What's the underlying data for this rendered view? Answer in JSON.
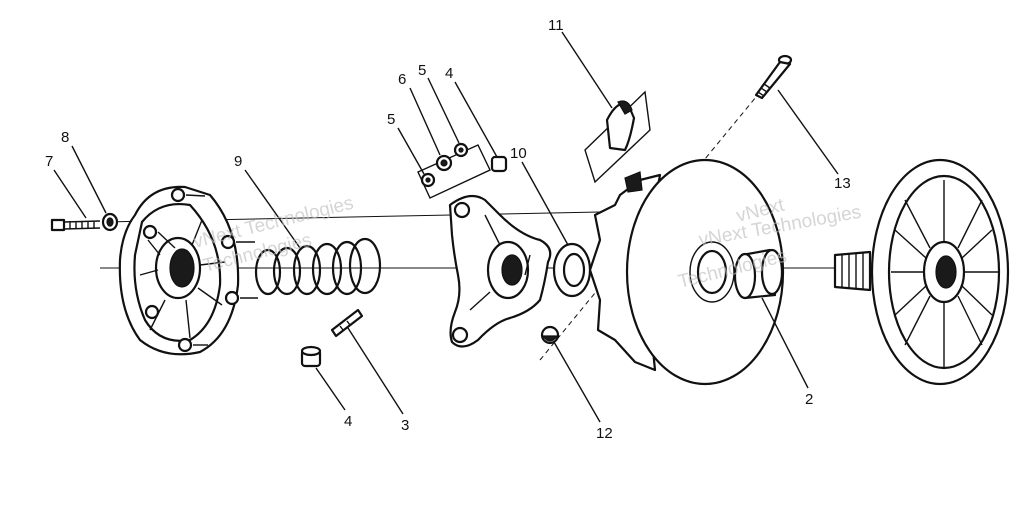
{
  "diagram": {
    "callouts": {
      "c1": "8",
      "c2": "7",
      "c3": "9",
      "c4": "5",
      "c5": "6",
      "c6": "5",
      "c7": "4",
      "c8": "10",
      "c9": "11",
      "c10": "13",
      "c11": "2",
      "c12": "12",
      "c13": "3",
      "c14": "4"
    },
    "watermark": {
      "w1": "vNext Technologies",
      "w2": "Technologies",
      "w3": "vNext Technologies",
      "w4": "vNext",
      "w5": "Technologies"
    }
  }
}
